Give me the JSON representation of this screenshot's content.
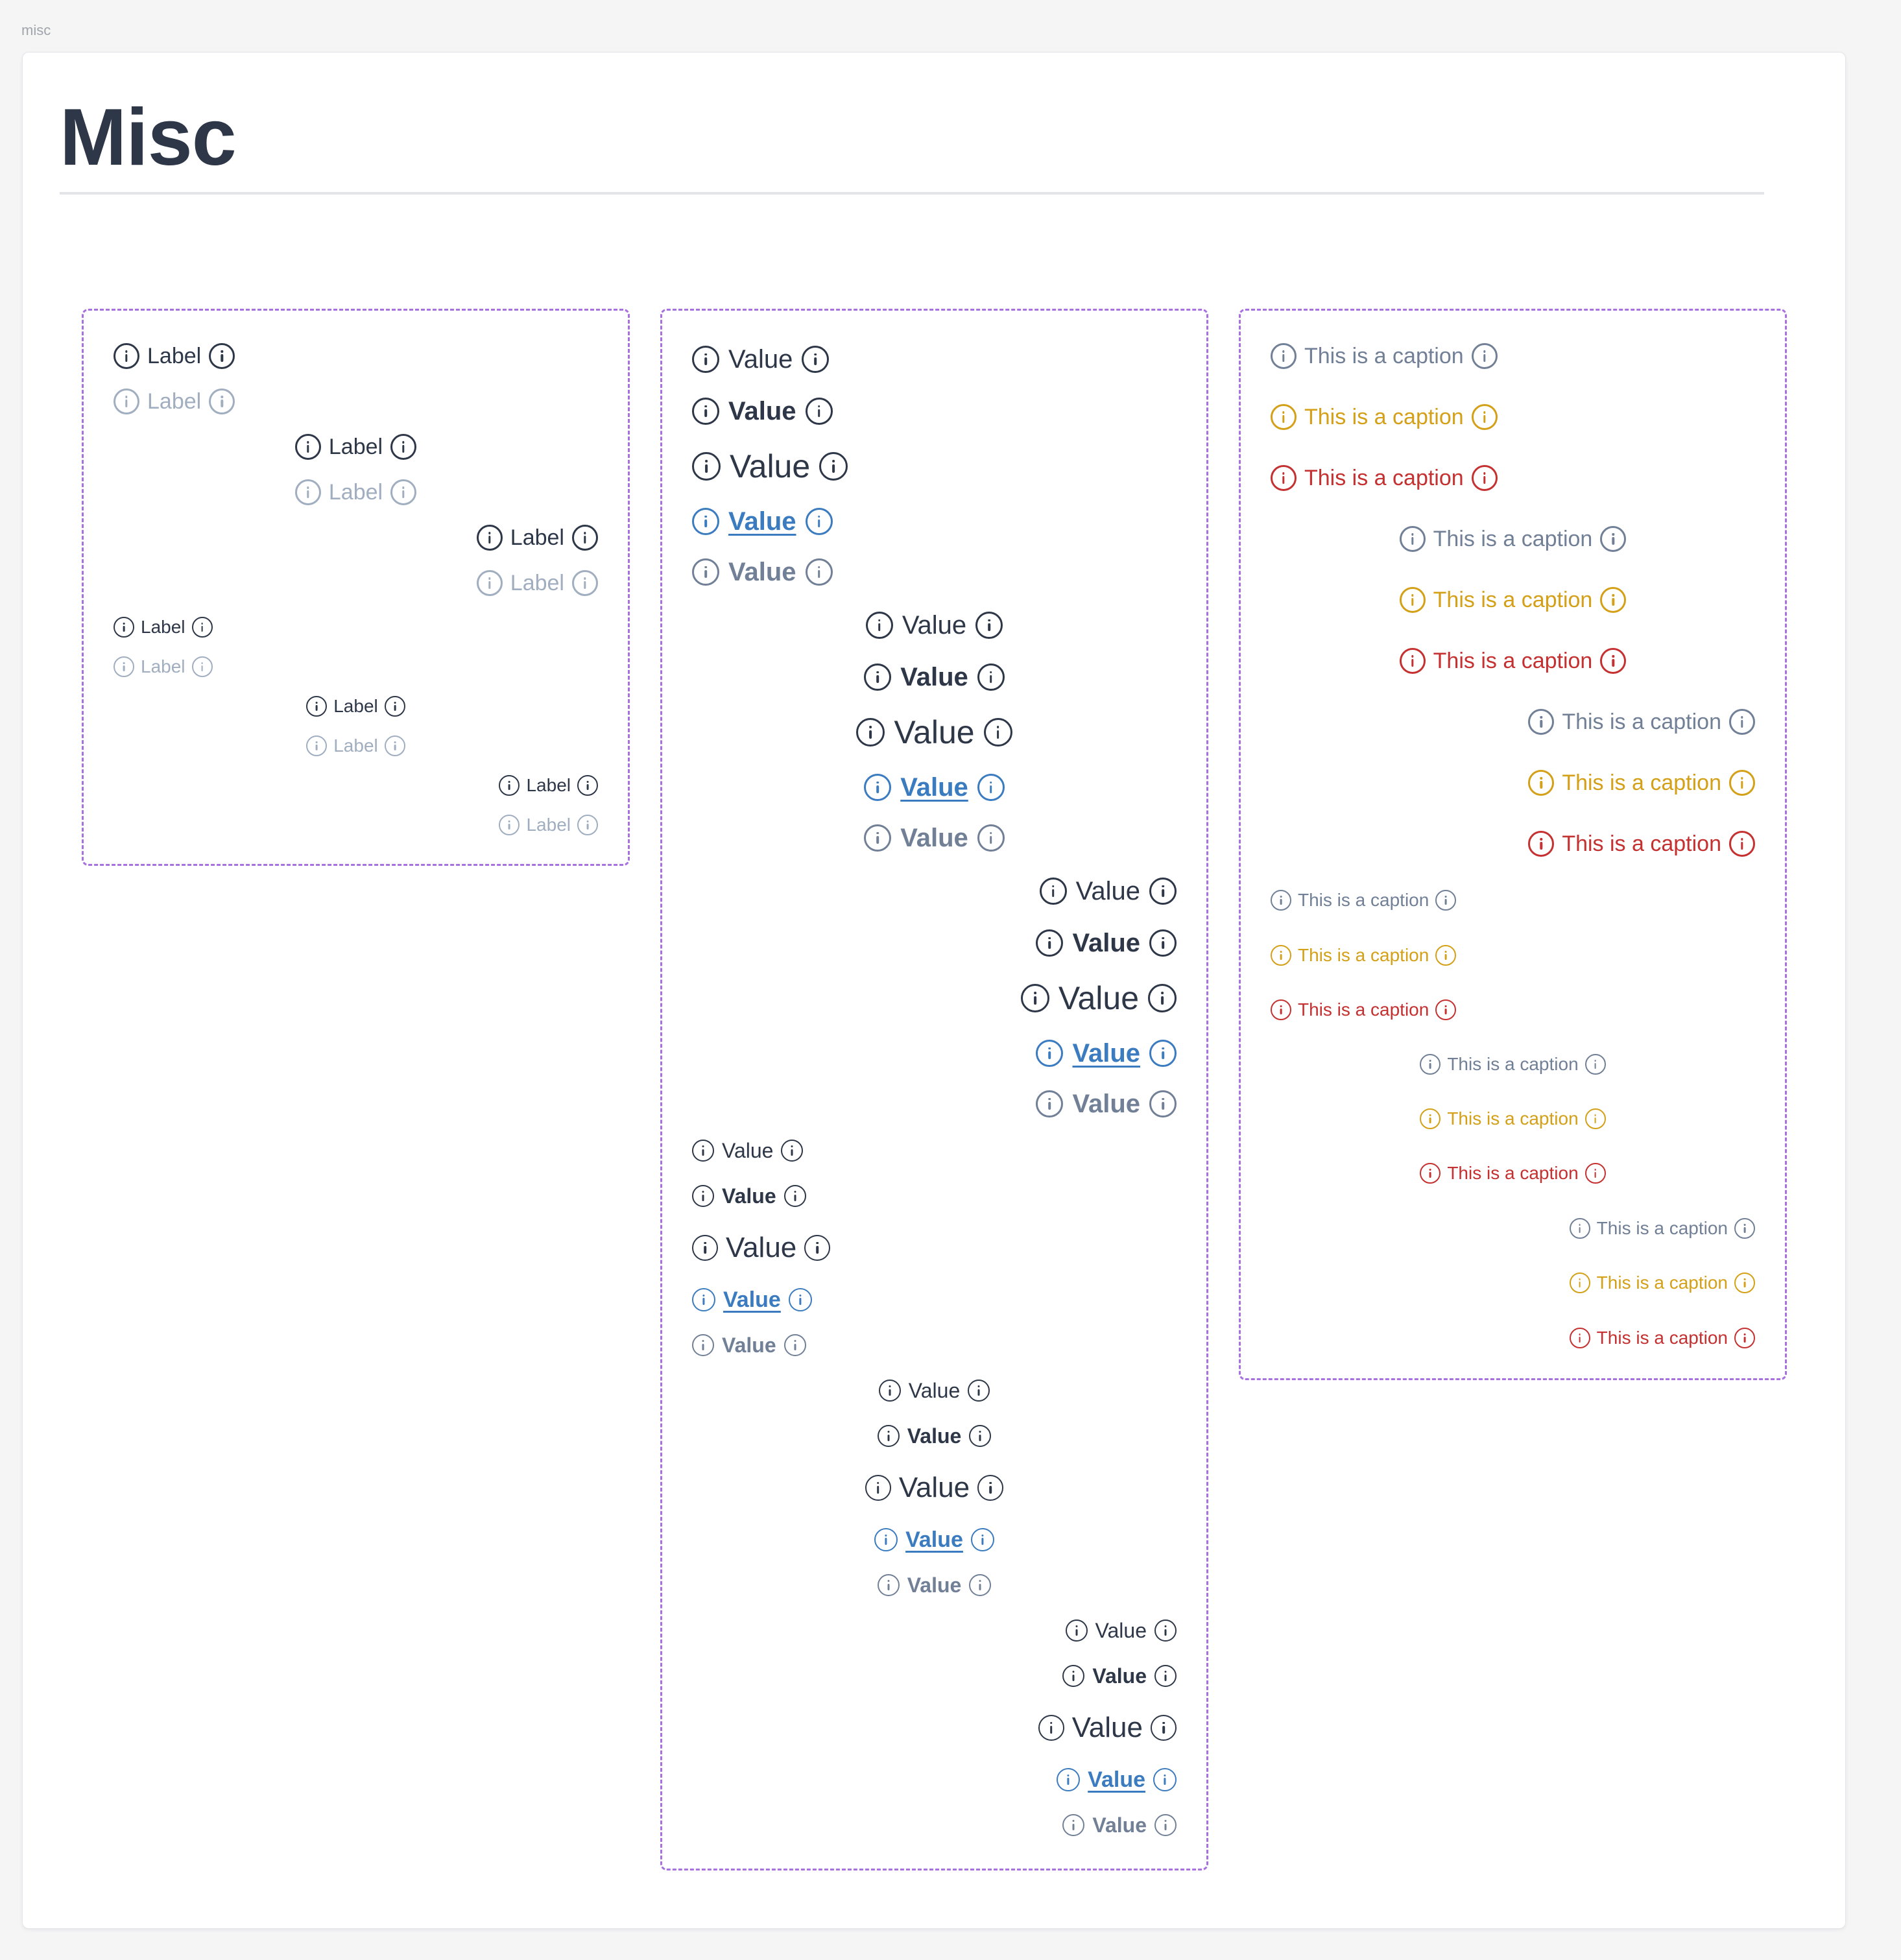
{
  "page": {
    "tag": "misc",
    "title": "Misc"
  },
  "icons": {
    "leading": "info-icon",
    "trailing": "info-icon"
  },
  "colors": {
    "dark": "#2d3748",
    "muted": "#a0aec0",
    "slate": "#718096",
    "link": "#3b7bbf",
    "warning": "#d4a017",
    "danger": "#c53030",
    "box_border": "#a970e0"
  },
  "labels": {
    "items": [
      {
        "text": "Label",
        "align": "left",
        "variant": "dark",
        "size": "lg"
      },
      {
        "text": "Label",
        "align": "left",
        "variant": "muted",
        "size": "lg"
      },
      {
        "text": "Label",
        "align": "center",
        "variant": "dark",
        "size": "lg"
      },
      {
        "text": "Label",
        "align": "center",
        "variant": "muted",
        "size": "lg"
      },
      {
        "text": "Label",
        "align": "right",
        "variant": "dark",
        "size": "lg"
      },
      {
        "text": "Label",
        "align": "right",
        "variant": "muted",
        "size": "lg"
      },
      {
        "text": "Label",
        "align": "left",
        "variant": "dark",
        "size": "sm"
      },
      {
        "text": "Label",
        "align": "left",
        "variant": "muted",
        "size": "sm"
      },
      {
        "text": "Label",
        "align": "center",
        "variant": "dark",
        "size": "sm"
      },
      {
        "text": "Label",
        "align": "center",
        "variant": "muted",
        "size": "sm"
      },
      {
        "text": "Label",
        "align": "right",
        "variant": "dark",
        "size": "sm"
      },
      {
        "text": "Label",
        "align": "right",
        "variant": "muted",
        "size": "sm"
      }
    ]
  },
  "values": {
    "items": [
      {
        "text": "Value",
        "align": "left",
        "variant": "regular",
        "size": "lg"
      },
      {
        "text": "Value",
        "align": "left",
        "variant": "bold",
        "size": "lg"
      },
      {
        "text": "Value",
        "align": "left",
        "variant": "large",
        "size": "lg"
      },
      {
        "text": "Value",
        "align": "left",
        "variant": "link",
        "size": "lg"
      },
      {
        "text": "Value",
        "align": "left",
        "variant": "muted",
        "size": "lg"
      },
      {
        "text": "Value",
        "align": "center",
        "variant": "regular",
        "size": "lg"
      },
      {
        "text": "Value",
        "align": "center",
        "variant": "bold",
        "size": "lg"
      },
      {
        "text": "Value",
        "align": "center",
        "variant": "large",
        "size": "lg"
      },
      {
        "text": "Value",
        "align": "center",
        "variant": "link",
        "size": "lg"
      },
      {
        "text": "Value",
        "align": "center",
        "variant": "muted",
        "size": "lg"
      },
      {
        "text": "Value",
        "align": "right",
        "variant": "regular",
        "size": "lg"
      },
      {
        "text": "Value",
        "align": "right",
        "variant": "bold",
        "size": "lg"
      },
      {
        "text": "Value",
        "align": "right",
        "variant": "large",
        "size": "lg"
      },
      {
        "text": "Value",
        "align": "right",
        "variant": "link",
        "size": "lg"
      },
      {
        "text": "Value",
        "align": "right",
        "variant": "muted",
        "size": "lg"
      },
      {
        "text": "Value",
        "align": "left",
        "variant": "regular",
        "size": "sm"
      },
      {
        "text": "Value",
        "align": "left",
        "variant": "bold",
        "size": "sm"
      },
      {
        "text": "Value",
        "align": "left",
        "variant": "large",
        "size": "sm"
      },
      {
        "text": "Value",
        "align": "left",
        "variant": "link",
        "size": "sm"
      },
      {
        "text": "Value",
        "align": "left",
        "variant": "muted",
        "size": "sm"
      },
      {
        "text": "Value",
        "align": "center",
        "variant": "regular",
        "size": "sm"
      },
      {
        "text": "Value",
        "align": "center",
        "variant": "bold",
        "size": "sm"
      },
      {
        "text": "Value",
        "align": "center",
        "variant": "large",
        "size": "sm"
      },
      {
        "text": "Value",
        "align": "center",
        "variant": "link",
        "size": "sm"
      },
      {
        "text": "Value",
        "align": "center",
        "variant": "muted",
        "size": "sm"
      },
      {
        "text": "Value",
        "align": "right",
        "variant": "regular",
        "size": "sm"
      },
      {
        "text": "Value",
        "align": "right",
        "variant": "bold",
        "size": "sm"
      },
      {
        "text": "Value",
        "align": "right",
        "variant": "large",
        "size": "sm"
      },
      {
        "text": "Value",
        "align": "right",
        "variant": "link",
        "size": "sm"
      },
      {
        "text": "Value",
        "align": "right",
        "variant": "muted",
        "size": "sm"
      }
    ]
  },
  "captions": {
    "items": [
      {
        "text": "This is a caption",
        "align": "left",
        "variant": "slate",
        "size": "lg"
      },
      {
        "text": "This is a caption",
        "align": "left",
        "variant": "warning",
        "size": "lg"
      },
      {
        "text": "This is a caption",
        "align": "left",
        "variant": "danger",
        "size": "lg"
      },
      {
        "text": "This is a caption",
        "align": "center",
        "variant": "slate",
        "size": "lg"
      },
      {
        "text": "This is a caption",
        "align": "center",
        "variant": "warning",
        "size": "lg"
      },
      {
        "text": "This is a caption",
        "align": "center",
        "variant": "danger",
        "size": "lg"
      },
      {
        "text": "This is a caption",
        "align": "right",
        "variant": "slate",
        "size": "lg"
      },
      {
        "text": "This is a caption",
        "align": "right",
        "variant": "warning",
        "size": "lg"
      },
      {
        "text": "This is a caption",
        "align": "right",
        "variant": "danger",
        "size": "lg"
      },
      {
        "text": "This is a caption",
        "align": "left",
        "variant": "slate",
        "size": "sm"
      },
      {
        "text": "This is a caption",
        "align": "left",
        "variant": "warning",
        "size": "sm"
      },
      {
        "text": "This is a caption",
        "align": "left",
        "variant": "danger",
        "size": "sm"
      },
      {
        "text": "This is a caption",
        "align": "center",
        "variant": "slate",
        "size": "sm"
      },
      {
        "text": "This is a caption",
        "align": "center",
        "variant": "warning",
        "size": "sm"
      },
      {
        "text": "This is a caption",
        "align": "center",
        "variant": "danger",
        "size": "sm"
      },
      {
        "text": "This is a caption",
        "align": "right",
        "variant": "slate",
        "size": "sm"
      },
      {
        "text": "This is a caption",
        "align": "right",
        "variant": "warning",
        "size": "sm"
      },
      {
        "text": "This is a caption",
        "align": "right",
        "variant": "danger",
        "size": "sm"
      }
    ]
  }
}
